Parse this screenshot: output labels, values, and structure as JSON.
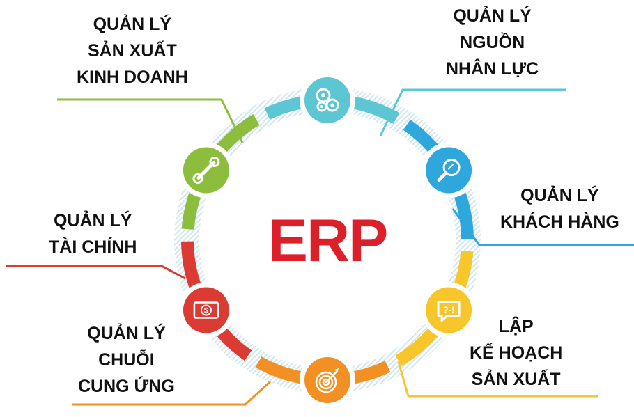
{
  "center": {
    "title": "ERP"
  },
  "colors": {
    "teal": "#5dc6d3",
    "blue": "#2ea7dd",
    "yellow": "#f6c62b",
    "orange": "#f39023",
    "red": "#dc3b34",
    "green": "#8dbd3c",
    "erp_text": "#dc2029"
  },
  "modules": [
    {
      "id": "hr",
      "color": "teal",
      "icon": "gears-icon",
      "lines": [
        "QUẢN LÝ",
        "NGUỒN",
        "NHÂN LỰC"
      ]
    },
    {
      "id": "crm",
      "color": "blue",
      "icon": "magnifier-icon",
      "lines": [
        "QUẢN LÝ",
        "KHÁCH HÀNG"
      ]
    },
    {
      "id": "planning",
      "color": "yellow",
      "icon": "speech-bubble-icon",
      "icon_text": "?-!",
      "lines": [
        "LẬP",
        "KẾ HOẠCH",
        "SẢN XUẤT"
      ]
    },
    {
      "id": "supply",
      "color": "orange",
      "icon": "target-icon",
      "lines": [
        "QUẢN LÝ",
        "CHUỖI",
        "CUNG ỨNG"
      ]
    },
    {
      "id": "finance",
      "color": "red",
      "icon": "banknote-icon",
      "icon_text": "$",
      "lines": [
        "QUẢN LÝ",
        "TÀI CHÍNH"
      ]
    },
    {
      "id": "production",
      "color": "green",
      "icon": "wrench-icon",
      "lines": [
        "QUẢN LÝ",
        "SẢN XUẤT",
        "KINH DOANH"
      ]
    }
  ]
}
